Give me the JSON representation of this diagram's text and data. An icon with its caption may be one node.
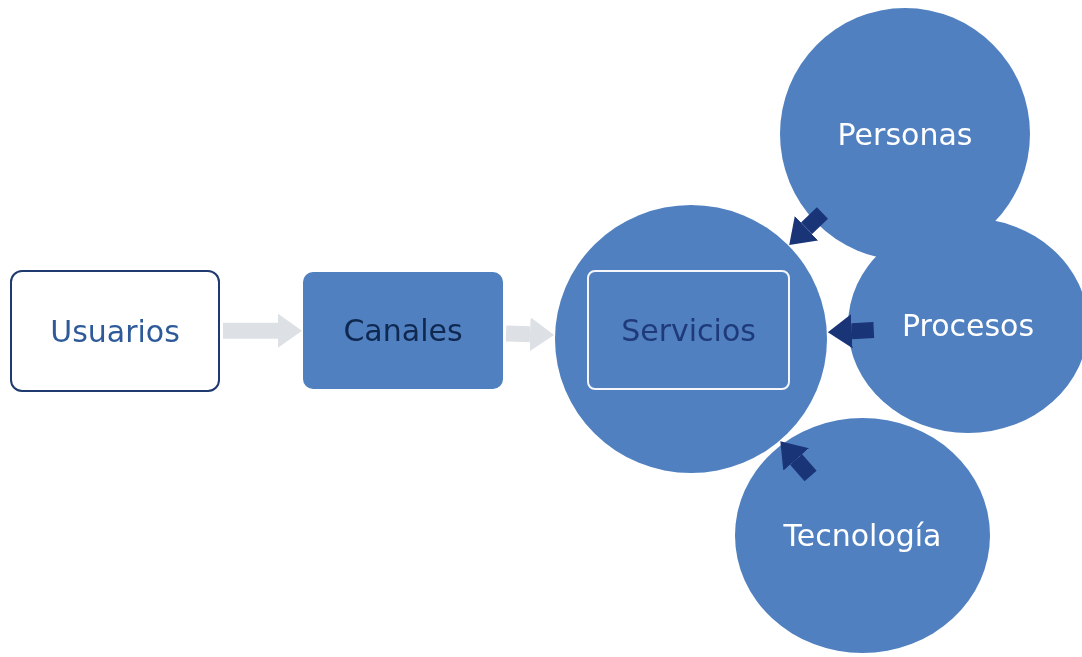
{
  "diagram": {
    "nodes": [
      {
        "text": [
          "Usuarios"
        ]
      },
      {
        "text": [
          "Canales"
        ]
      },
      {
        "text": [],
        "shape": "circle"
      },
      {
        "text": [
          "Servicios"
        ],
        "in": 2
      },
      {
        "text": [
          "Personas"
        ]
      },
      {
        "text": [
          "Procesos"
        ]
      },
      {
        "text": [
          "Tecnología"
        ]
      }
    ],
    "edges": [
      {
        "from": 0,
        "to": 1,
        "arrow": "to",
        "color": "#dde1e6"
      },
      {
        "from": 1,
        "to": 2,
        "arrow": "to",
        "color": "#dde1e6"
      },
      {
        "from": 4,
        "to": 2,
        "arrow": "to"
      },
      {
        "from": 5,
        "to": 2,
        "arrow": "to"
      },
      {
        "from": 6,
        "to": 2,
        "arrow": "to"
      }
    ]
  }
}
